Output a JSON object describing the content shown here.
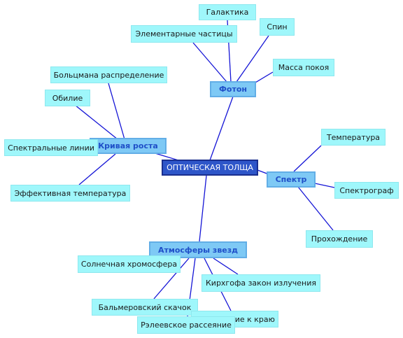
{
  "root": {
    "label": "ОПТИЧЕСКАЯ ТОЛЩА"
  },
  "branches": {
    "foton": {
      "label": "Фотон",
      "leaves": {
        "galaktika": "Галактика",
        "spin": "Спин",
        "elementarnye": "Элементарные частицы",
        "massa": "Масса покоя"
      }
    },
    "krivaya": {
      "label": "Кривая роста",
      "leaves": {
        "bolcman": "Больцмана распределение",
        "obilie": "Обилие",
        "spektralnye": "Спектральные линии",
        "effektivnaya": "Эффективная температура"
      }
    },
    "spektr": {
      "label": "Спектр",
      "leaves": {
        "temperatura": "Температура",
        "spektrograf": "Спектрограф",
        "prohozhdenie": "Прохождение"
      }
    },
    "atmosfery": {
      "label": "Атмосферы звезд",
      "leaves": {
        "solnechnaya": "Солнечная хромосфера",
        "kirhgofa": "Кирхгофа закон излучения",
        "balmerovsky": "Бальмеровский скачок",
        "potemnenie": "Потемнение к краю",
        "rayleigh": "Рэлеевское рассеяние"
      }
    }
  },
  "colors": {
    "connector": "#1515d6",
    "leaf_fill": "#9ff7fb",
    "branch_fill": "#7ec9f5",
    "branch_text": "#1f4fc8",
    "root_fill": "#2e56c9",
    "root_border": "#1a2f8f"
  }
}
